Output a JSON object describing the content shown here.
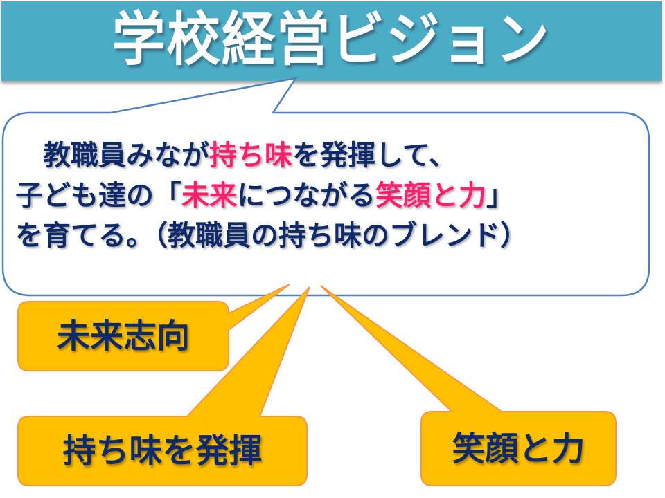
{
  "title": "学校経営ビジョン",
  "vision": {
    "lines": [
      [
        {
          "text": "　教職員みなが",
          "highlight": false
        },
        {
          "text": "持ち味",
          "highlight": true
        },
        {
          "text": "を発揮して、",
          "highlight": false
        }
      ],
      [
        {
          "text": "子ども達の「",
          "highlight": false
        },
        {
          "text": "未来",
          "highlight": true
        },
        {
          "text": "につながる",
          "highlight": false
        },
        {
          "text": "笑顔と力",
          "highlight": true
        },
        {
          "text": "」",
          "highlight": false
        }
      ],
      [
        {
          "text": "を育てる。（教職員の持ち味のブレンド）",
          "highlight": false
        }
      ]
    ]
  },
  "tags": [
    {
      "label": "未来志向"
    },
    {
      "label": "持ち味を発揮"
    },
    {
      "label": "笑顔と力"
    }
  ],
  "colors": {
    "title_band": "#4bacc6",
    "bubble_border": "#4f81bd",
    "text_navy": "#0e2a6b",
    "highlight_pink": "#ff1f6e",
    "tag_fill": "#ffc000",
    "tag_border": "#f79646"
  }
}
